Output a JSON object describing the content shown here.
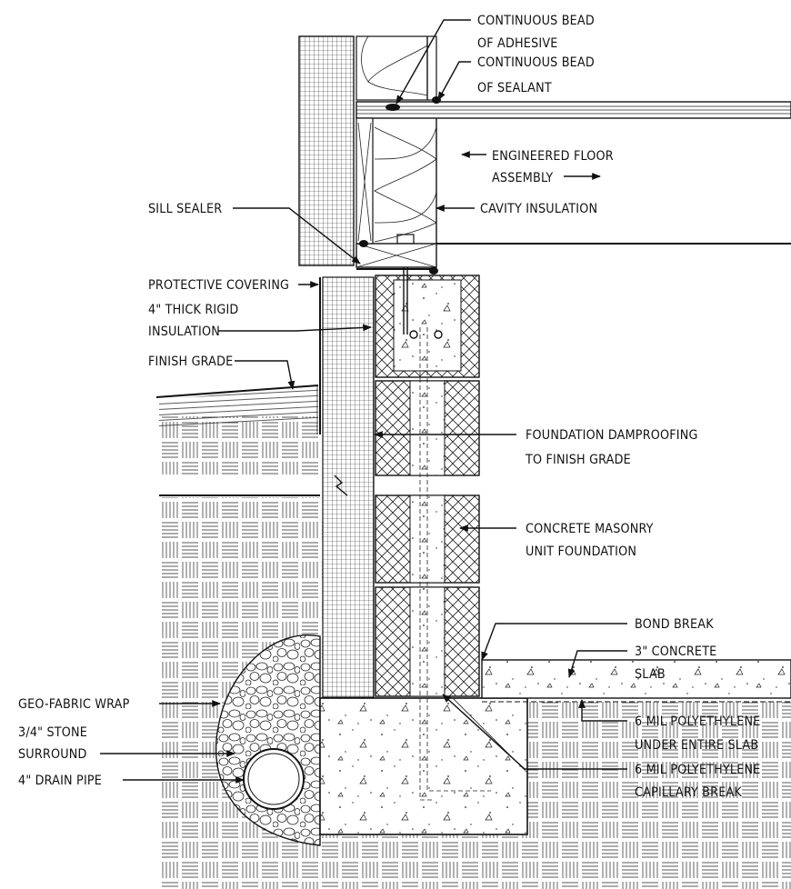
{
  "labels": {
    "adhesive_1": "CONTINUOUS BEAD",
    "adhesive_2": "OF ADHESIVE",
    "sealant_1": "CONTINUOUS BEAD",
    "sealant_2": "OF SEALANT",
    "floor_1": "ENGINEERED FLOOR",
    "floor_2": "ASSEMBLY",
    "cavity": "CAVITY INSULATION",
    "sill": "SILL SEALER",
    "protective": "PROTECTIVE COVERING",
    "rigid_1": "4\" THICK RIGID",
    "rigid_2": "INSULATION",
    "grade": "FINISH GRADE",
    "damp_1": "FOUNDATION DAMPROOFING",
    "damp_2": "TO FINISH GRADE",
    "cmu_1": "CONCRETE MASONRY",
    "cmu_2": "UNIT FOUNDATION",
    "bond": "BOND BREAK",
    "slab_1": "3\" CONCRETE",
    "slab_2": "SLAB",
    "poly_slab_1": "6 MIL POLYETHYLENE",
    "poly_slab_2": "UNDER ENTIRE SLAB",
    "poly_cap_1": "6 MIL POLYETHYLENE",
    "poly_cap_2": "CAPILLARY BREAK",
    "geo": "GEO-FABRIC WRAP",
    "stone_1": "3/4\" STONE",
    "stone_2": "SURROUND",
    "drain": "4\" DRAIN PIPE"
  },
  "colors": {
    "line": "#111111",
    "background": "#ffffff"
  }
}
